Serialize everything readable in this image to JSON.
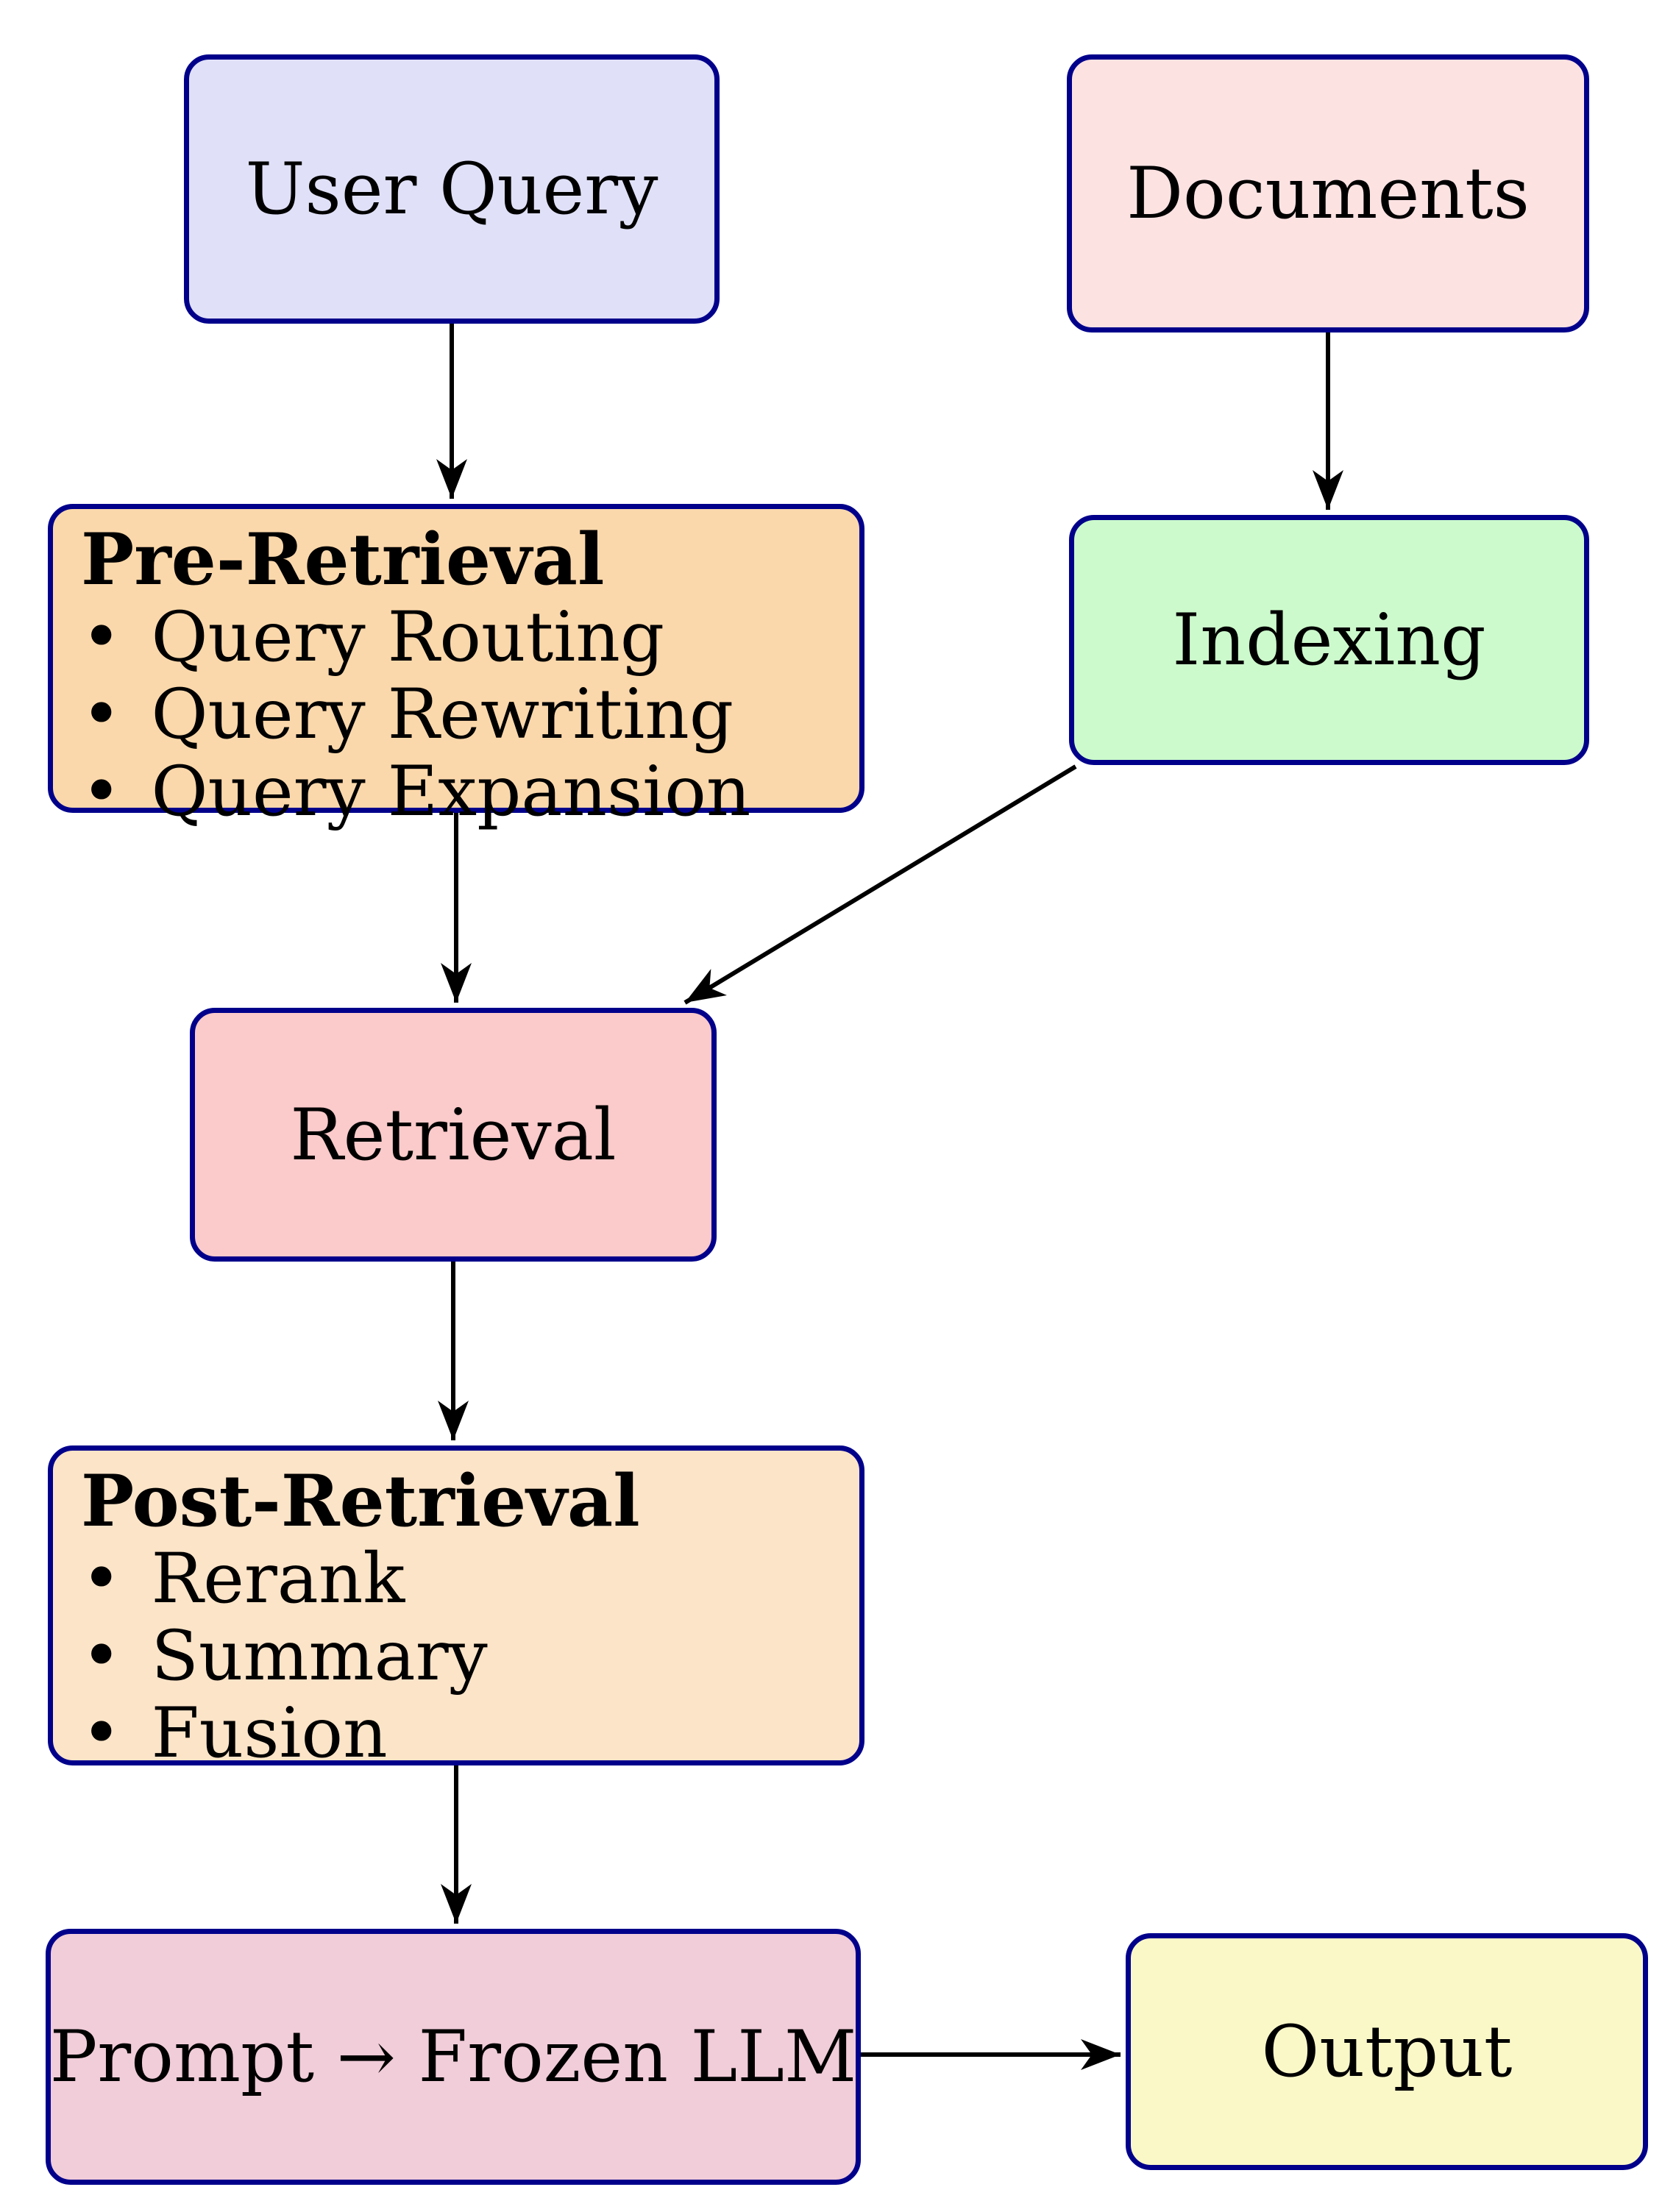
{
  "diagram": {
    "background": "#ffffff",
    "border_color": "#00008b",
    "arrow_color": "#000000",
    "nodes": {
      "user_query": {
        "label": "User Query",
        "fill": "#e0e0f8"
      },
      "documents": {
        "label": "Documents",
        "fill": "#fde2e2"
      },
      "pre_retrieval": {
        "title": "Pre-Retrieval",
        "bullet_char": "•",
        "items": [
          "Query Routing",
          "Query Rewriting",
          "Query Expansion"
        ],
        "fill": "#fbd8ab"
      },
      "indexing": {
        "label": "Indexing",
        "fill": "#ccfacc"
      },
      "retrieval": {
        "label": "Retrieval",
        "fill": "#fbcaca"
      },
      "post_retrieval": {
        "title": "Post-Retrieval",
        "bullet_char": "•",
        "items": [
          "Rerank",
          "Summary",
          "Fusion"
        ],
        "fill": "#fce4c8"
      },
      "prompt_llm": {
        "label": "Prompt → Frozen LLM",
        "fill": "#f1ccd9"
      },
      "output": {
        "label": "Output",
        "fill": "#fbf8c8"
      }
    },
    "edges": [
      {
        "from": "user_query",
        "to": "pre_retrieval"
      },
      {
        "from": "documents",
        "to": "indexing"
      },
      {
        "from": "pre_retrieval",
        "to": "retrieval"
      },
      {
        "from": "indexing",
        "to": "retrieval"
      },
      {
        "from": "retrieval",
        "to": "post_retrieval"
      },
      {
        "from": "post_retrieval",
        "to": "prompt_llm"
      },
      {
        "from": "prompt_llm",
        "to": "output"
      }
    ]
  }
}
